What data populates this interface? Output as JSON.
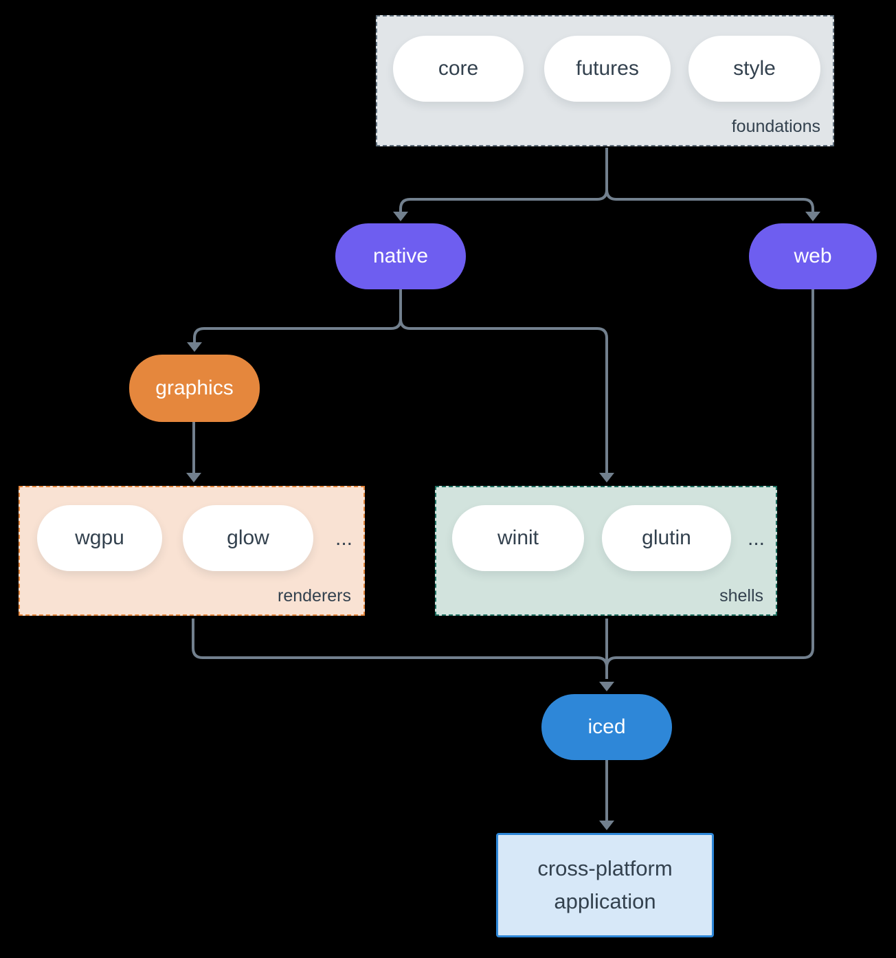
{
  "colors": {
    "background": "#000000",
    "purple_pill": "#6e5ef0",
    "orange_pill": "#e5873d",
    "blue_pill": "#2e87d8",
    "white_pill": "#ffffff",
    "dark_text": "#33414e",
    "connector_line": "#72808e",
    "foundations_fill": "#e1e5e8",
    "foundations_border": "#5f6e7b",
    "renderers_fill": "#f9e2d3",
    "renderers_border": "#e5873d",
    "shells_fill": "#d2e3dd",
    "shells_border": "#1f6f60",
    "app_fill": "#d7e8f8",
    "app_border": "#2e87d8"
  },
  "nodes": {
    "foundations": {
      "label": "foundations",
      "pills": [
        "core",
        "futures",
        "style"
      ]
    },
    "native": {
      "label": "native"
    },
    "web": {
      "label": "web"
    },
    "graphics": {
      "label": "graphics"
    },
    "renderers": {
      "label": "renderers",
      "pills": [
        "wgpu",
        "glow"
      ],
      "more": "..."
    },
    "shells": {
      "label": "shells",
      "pills": [
        "winit",
        "glutin"
      ],
      "more": "..."
    },
    "iced": {
      "label": "iced"
    },
    "application": {
      "line1": "cross-platform",
      "line2": "application"
    }
  }
}
